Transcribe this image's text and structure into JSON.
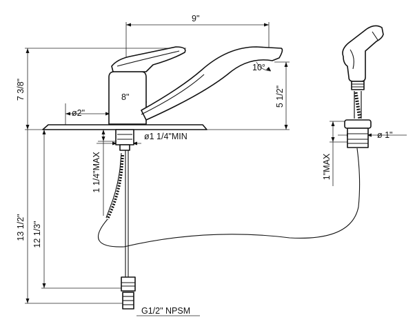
{
  "dimensions": {
    "spout_reach": "9\"",
    "overall_height": "7 3/8\"",
    "spout_angle": "10°",
    "spout_height": "5 1/2\"",
    "body_width": "8\"",
    "base_diameter": "ø2\"",
    "hole_diameter": "ø1 1/4\"MIN",
    "deck_thickness": "1 1/4\"MAX",
    "depth_total": "13 1/2\"",
    "depth_supply": "12 1/3\"",
    "supply_thread": "G1/2\" NPSM",
    "sprayer_hole": "ø 1\"",
    "sprayer_deck_max": "1\"MAX"
  },
  "colors": {
    "line": "#111111",
    "background": "#ffffff"
  }
}
